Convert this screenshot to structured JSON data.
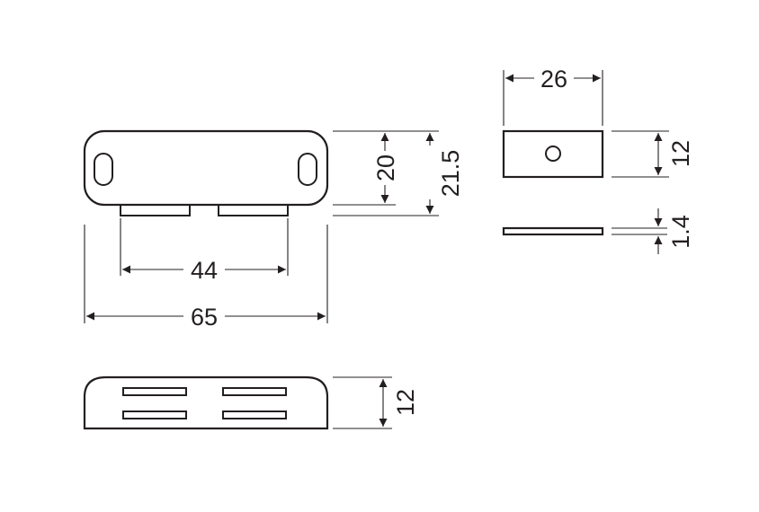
{
  "dimensions": {
    "front_width": "65",
    "slot_spacing": "44",
    "body_height": "20",
    "total_height": "21.5",
    "bottom_height": "12",
    "plate_width": "26",
    "plate_height": "12",
    "plate_thickness": "1.4"
  },
  "colors": {
    "line": "#231f20",
    "background": "#ffffff"
  }
}
